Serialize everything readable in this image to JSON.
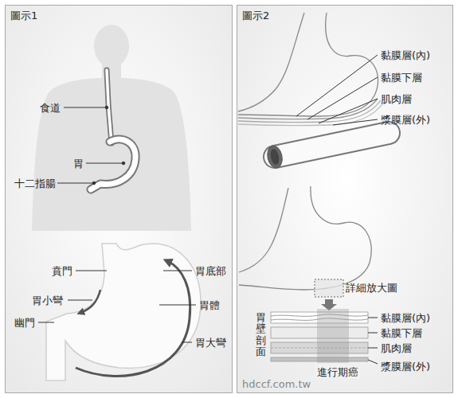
{
  "diagram": {
    "nodes": [
      {
        "text": [
          "圖示1"
        ]
      },
      {
        "text": [
          "圖示2"
        ]
      }
    ],
    "edges": [],
    "labels": [
      "食道",
      "胃",
      "十二指腸",
      "賁門",
      "胃底部",
      "胃小彎",
      "胃體",
      "幽門",
      "胃大彎",
      "黏膜層(內)",
      "黏膜下層",
      "肌肉層",
      "漿膜層(外)",
      "詳細放大圖",
      "黏膜層(內)",
      "黏膜下層",
      "肌肉層",
      "漿膜層(外)",
      "胃壁剖面",
      "進行期癌",
      "hdccf.com.tw"
    ]
  }
}
